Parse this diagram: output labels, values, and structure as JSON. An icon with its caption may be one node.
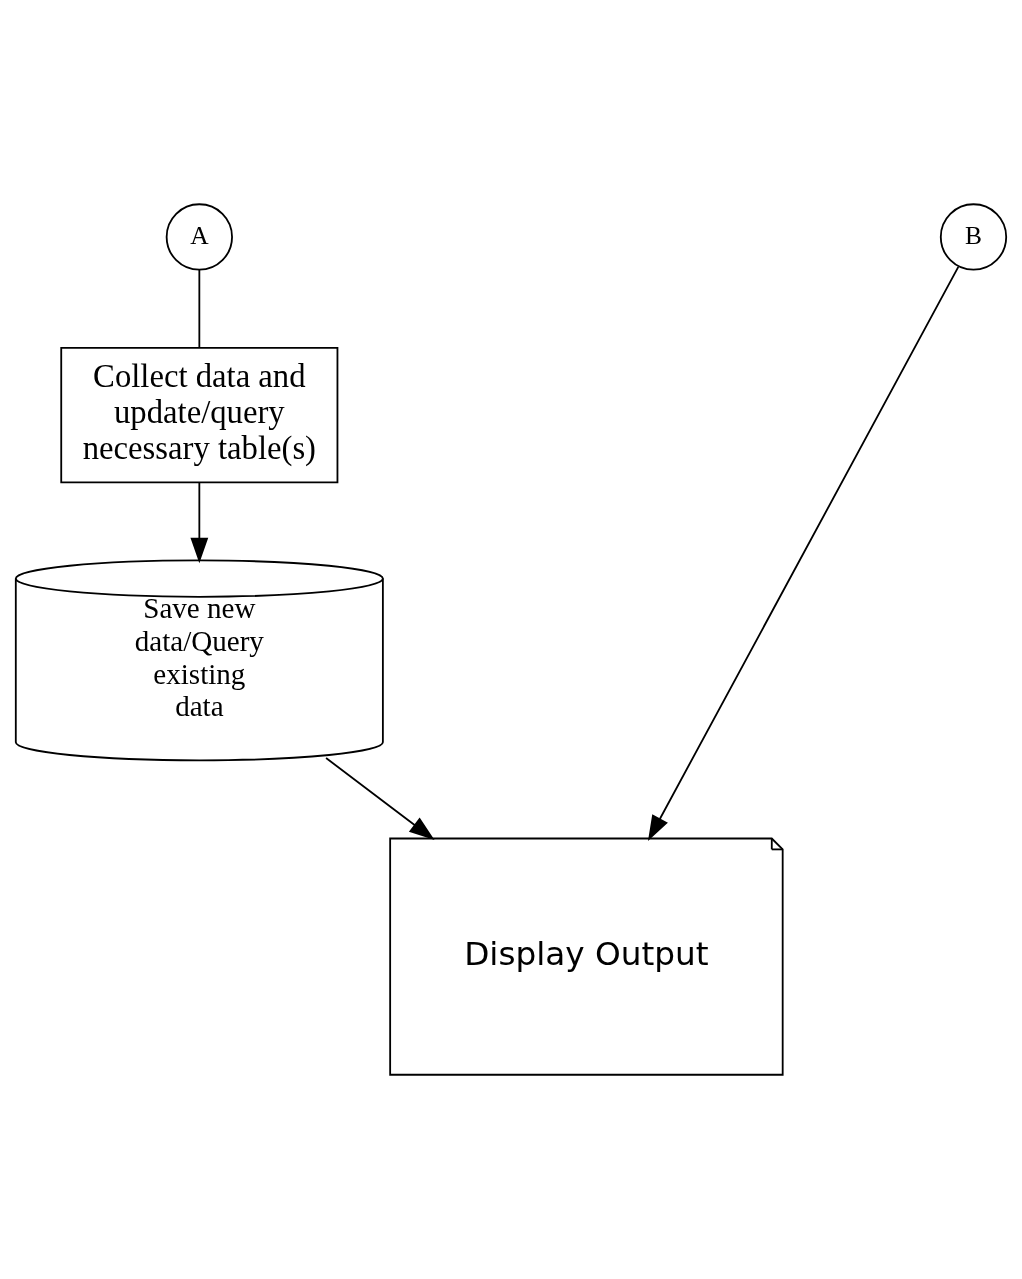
{
  "diagram": {
    "nodes": [
      {
        "text": [
          "A"
        ]
      },
      {
        "text": [
          "B"
        ]
      },
      {
        "text": [
          "Collect data and update/query necessary table(s)"
        ]
      },
      {
        "text": [
          "Save new data/Query existing data"
        ]
      },
      {
        "text": [
          "Display Output"
        ]
      }
    ],
    "edges": [
      {
        "from": 0,
        "to": 2,
        "arrow": "none"
      },
      {
        "from": 2,
        "to": 3,
        "arrow": "to"
      },
      {
        "from": 3,
        "to": 4,
        "arrow": "to"
      },
      {
        "from": 1,
        "to": 4,
        "arrow": "to"
      }
    ]
  }
}
